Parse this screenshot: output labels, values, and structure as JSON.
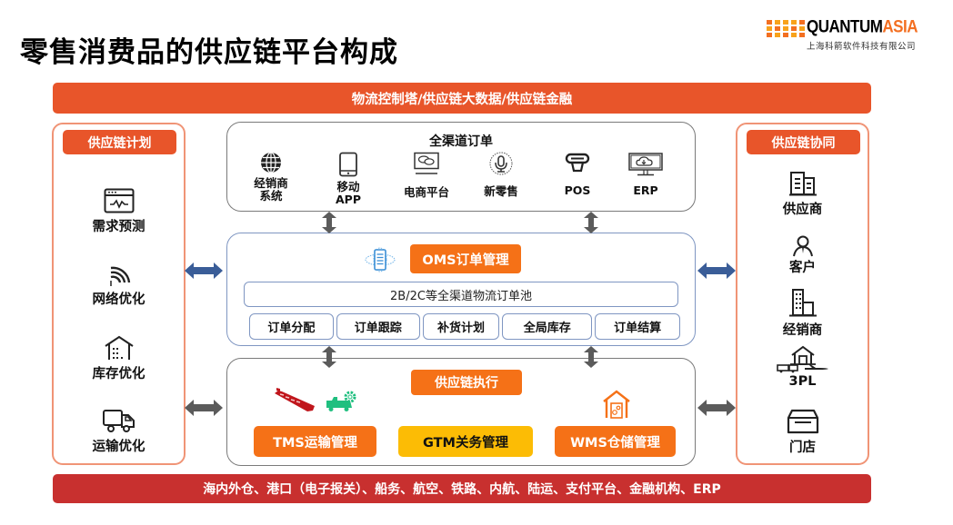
{
  "title": "零售消费品的供应链平台构成",
  "logo": {
    "word_primary": "QUANTUM",
    "word_accent": "ASIA",
    "subtitle": "上海科箭软件科技有限公司",
    "colors": {
      "primary": "#f36f21",
      "secondary": "#f8a21b"
    }
  },
  "top_band": {
    "label": "物流控制塔/供应链大数据/供应链金融",
    "color": "#e8552a"
  },
  "bottom_band": {
    "label": "海内外仓、港口（电子报关）、船务、航空、铁路、内航、陆运、支付平台、金融机构、ERP",
    "color": "#c8302f"
  },
  "left_panel": {
    "title": "供应链计划",
    "items": [
      {
        "label": "需求预测",
        "icon": "monitor-chart-icon"
      },
      {
        "label": "网络优化",
        "icon": "signal-icon"
      },
      {
        "label": "库存优化",
        "icon": "warehouse-icon"
      },
      {
        "label": "运输优化",
        "icon": "truck-icon"
      }
    ]
  },
  "right_panel": {
    "title": "供应链协同",
    "items": [
      {
        "label": "供应商",
        "icon": "building-icon"
      },
      {
        "label": "客户",
        "icon": "person-icon"
      },
      {
        "label": "经销商",
        "icon": "office-building-icon"
      },
      {
        "label": "3PL",
        "icon": "logistics-icon"
      },
      {
        "label": "门店",
        "icon": "store-icon"
      }
    ]
  },
  "channels": {
    "title": "全渠道订单",
    "items": [
      {
        "label": "经销商\n系统",
        "line1": "经销商",
        "line2": "系统",
        "icon": "globe-icon"
      },
      {
        "label": "移动\nAPP",
        "line1": "移动",
        "line2": "APP",
        "icon": "tablet-icon"
      },
      {
        "label": "电商平台",
        "line1": "电商平台",
        "line2": "",
        "icon": "chat-monitor-icon"
      },
      {
        "label": "新零售",
        "line1": "新零售",
        "line2": "",
        "icon": "microphone-icon"
      },
      {
        "label": "POS",
        "line1": "POS",
        "line2": "",
        "icon": "pos-scanner-icon"
      },
      {
        "label": "ERP",
        "line1": "ERP",
        "line2": "",
        "icon": "cloud-monitor-icon"
      }
    ]
  },
  "oms": {
    "title": "OMS订单管理",
    "pool": "2B/2C等全渠道物流订单池",
    "functions": [
      "订单分配",
      "订单跟踪",
      "补货计划",
      "全局库存",
      "订单结算"
    ]
  },
  "execution": {
    "title": "供应链执行",
    "tms": "TMS运输管理",
    "gtm": "GTM关务管理",
    "wms": "WMS仓储管理"
  },
  "colors": {
    "orange": "#f57117",
    "red_orange": "#e8552a",
    "yellow": "#fcbc05",
    "blue_arrow": "#3a5d98",
    "gray_arrow": "#5b5b5b"
  }
}
